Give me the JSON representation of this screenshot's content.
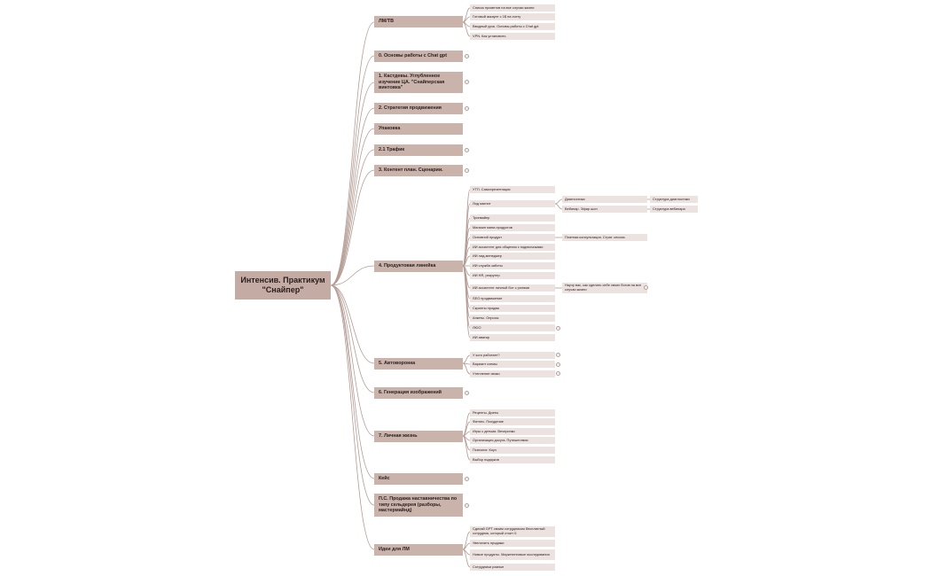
{
  "colors": {
    "root": "#c4aca4",
    "main": "#c9b3ab",
    "sub": "#ece2df",
    "line": "#b49c94"
  },
  "root": "Интенсив. Практикум \"Снайпер\"",
  "main": {
    "m0": "ЛМ/ТВ",
    "m1": "0. Основы работы с Chat gpt",
    "m2": "1. Кастдевы. Углубленное изучение ЦА. \"Снайперская винтовка\"",
    "m3": "2. Стратегия продвижения",
    "m4": "Упаковка",
    "m5": "2.1 Трафик",
    "m6": "3. Контент план. Сценарии.",
    "m7": "4. Продуктовая линейка",
    "m8": "5. Автоворонка",
    "m9": "6. Генерация изображений",
    "m10": "7. Личная жизнь",
    "m11": "Кейс",
    "m12": "П.С. Продажа наставничества по типу сельдерея (разборы, мастермайнд)",
    "m13": "Идеи для ЛМ"
  },
  "lm": [
    "Список промптов на все случаи жизни",
    "Готовый аккаунт с 1$ на счету",
    "Вводный урок. Основы работы с Chat gpt",
    "VPN. Как установить"
  ],
  "product": {
    "items": [
      "УТП. Самопрезентация",
      "Лид магнит",
      "Трипвайер",
      "Магазин мини-продуктов",
      "Основной продукт",
      "ИИ ассистент для общения с подписчиками",
      "ИИ лид-менеджер",
      "ИИ служба заботы",
      "ИИ HR, рекрутер",
      "ИИ ассистент личный бот с ролями",
      "SEO продвижение",
      "Скрипты продаж",
      "Анкеты. Опросы",
      "ЛЮО",
      "ИИ аватар"
    ],
    "diag": "Диагностика",
    "diag_struct": "Структура диагностики",
    "webinar": "Вебинар. Эфир шоп",
    "webinar_struct": "Структура вебинара",
    "main_product_child": "Платная консультация. Страт. сессия.",
    "bot_child": "Научу вас, как сделать себе своих ботов на все случаи жизни"
  },
  "funnel": [
    "У кого работает?",
    "Вариант схемы",
    "Утепление связи"
  ],
  "life": [
    "Рецепты. Диеты",
    "Фитнес. Похудение",
    "Игры с детьми. Вечеринки",
    "Организация досуга. Путешествия",
    "Психолог. Коуч",
    "Выбор подарков"
  ],
  "ideas": [
    "Сделай GPT своим сотрудником бесплатный сотрудник, который стоит 0.",
    "Увеличить продажи",
    "Новые продукты. Маркетинговые исследования",
    "Сотрудники разные"
  ]
}
